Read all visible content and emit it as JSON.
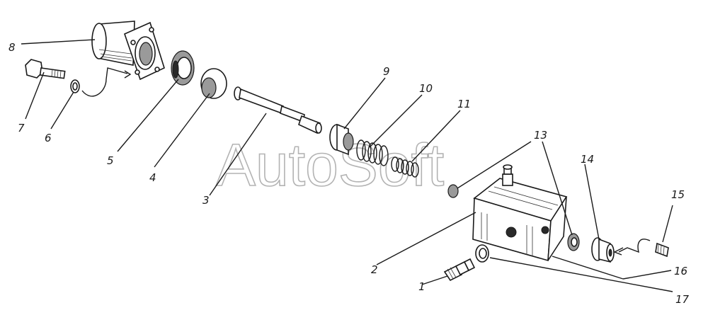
{
  "watermark": "AutoSoft",
  "labels": [
    "1",
    "2",
    "3",
    "4",
    "5",
    "6",
    "7",
    "8",
    "9",
    "10",
    "11",
    "13",
    "14",
    "15",
    "16",
    "17"
  ]
}
